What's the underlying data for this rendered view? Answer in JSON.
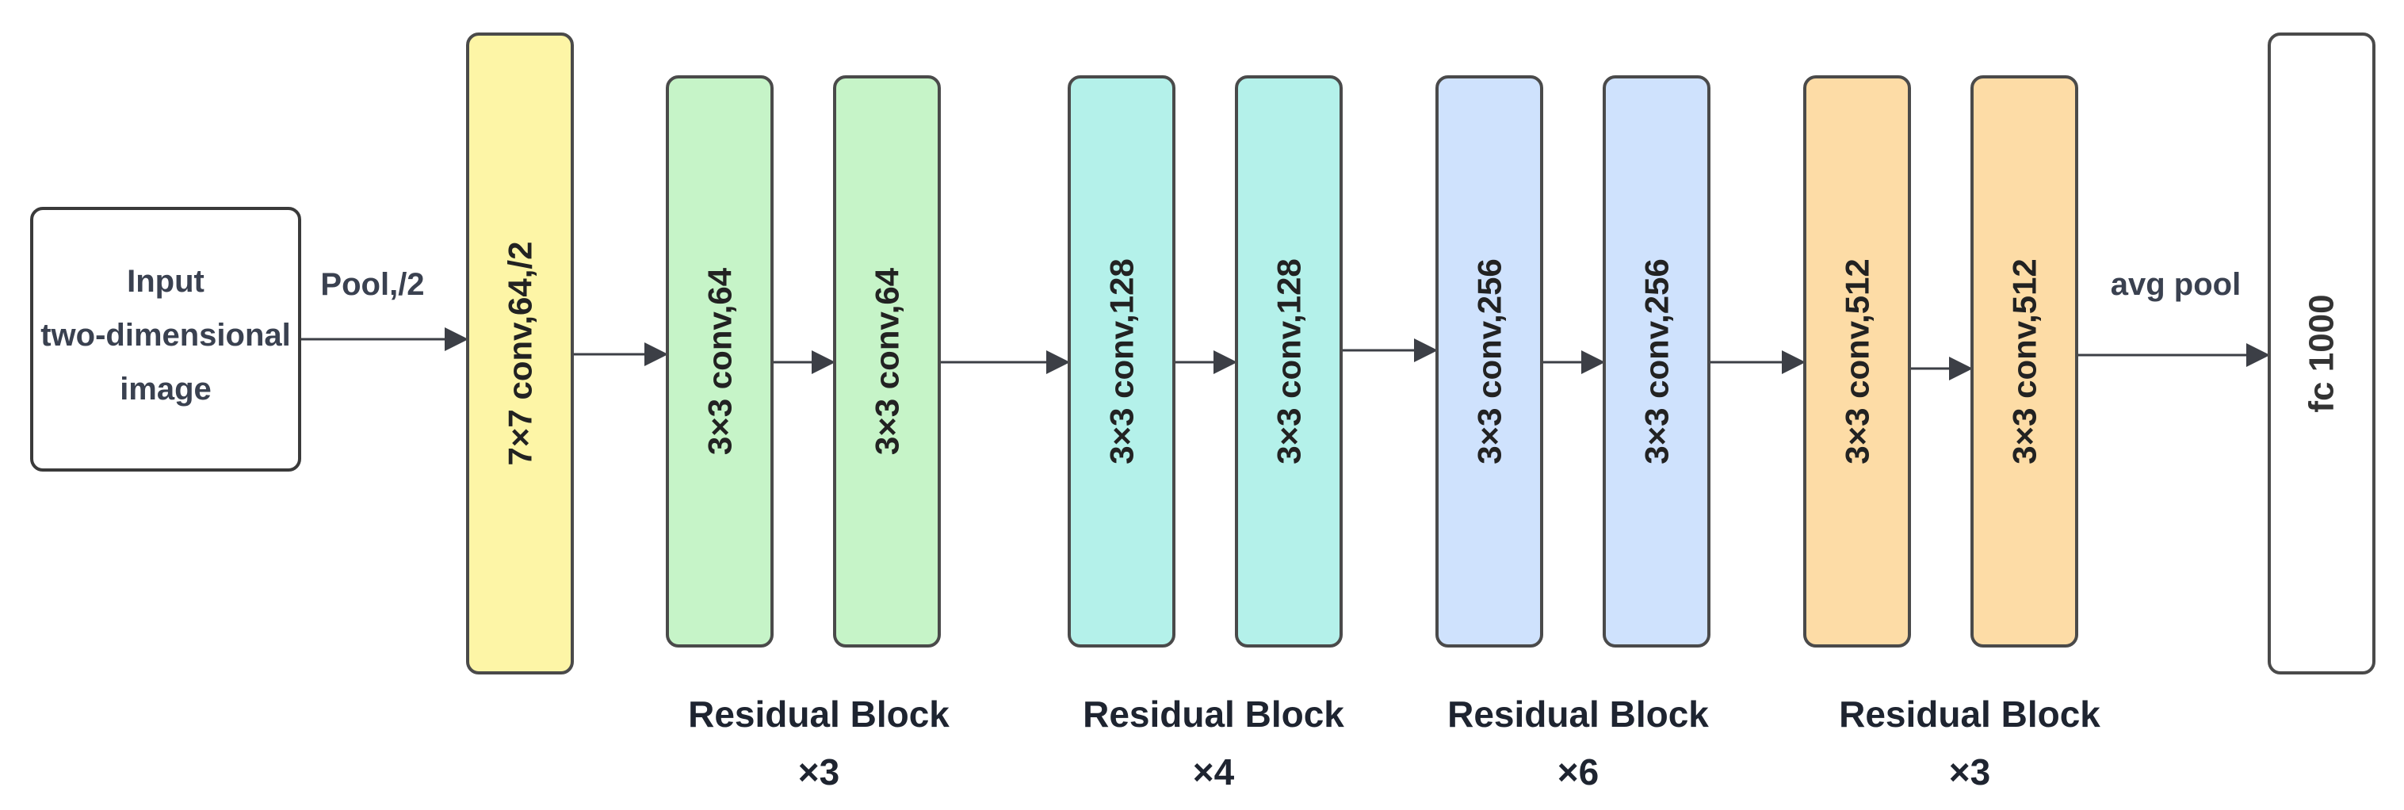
{
  "input_node": {
    "lines": [
      "Input",
      "two-dimensional",
      "image"
    ],
    "fill": "#ffffff",
    "stroke": "#3a3a3a"
  },
  "edge_labels": {
    "pool": "Pool,/2",
    "avg_pool": "avg pool"
  },
  "layers": [
    {
      "id": "conv1",
      "label": "7×7 conv,64,/2",
      "fill": "#fdf5a6",
      "stroke": "#4a4a4a"
    },
    {
      "id": "conv2a",
      "label": "3×3 conv,64",
      "fill": "#c6f4c8",
      "stroke": "#4a4a4a"
    },
    {
      "id": "conv2b",
      "label": "3×3 conv,64",
      "fill": "#c6f4c8",
      "stroke": "#4a4a4a"
    },
    {
      "id": "conv3a",
      "label": "3×3 conv,128",
      "fill": "#b4f1ea",
      "stroke": "#4a4a4a"
    },
    {
      "id": "conv3b",
      "label": "3×3 conv,128",
      "fill": "#b4f1ea",
      "stroke": "#4a4a4a"
    },
    {
      "id": "conv4a",
      "label": "3×3 conv,256",
      "fill": "#cfe2fd",
      "stroke": "#4a4a4a"
    },
    {
      "id": "conv4b",
      "label": "3×3 conv,256",
      "fill": "#cfe2fd",
      "stroke": "#4a4a4a"
    },
    {
      "id": "conv5a",
      "label": "3×3 conv,512",
      "fill": "#fddca6",
      "stroke": "#4a4a4a"
    },
    {
      "id": "conv5b",
      "label": "3×3 conv,512",
      "fill": "#fddca6",
      "stroke": "#4a4a4a"
    }
  ],
  "fc_node": {
    "label": "fc 1000",
    "fill": "#ffffff",
    "stroke": "#4a4a4a"
  },
  "groups": [
    {
      "line1": "Residual Block",
      "line2": "×3"
    },
    {
      "line1": "Residual Block",
      "line2": "×4"
    },
    {
      "line1": "Residual Block",
      "line2": "×6"
    },
    {
      "line1": "Residual Block",
      "line2": "×3"
    }
  ],
  "edge_color": "#3c3f46"
}
